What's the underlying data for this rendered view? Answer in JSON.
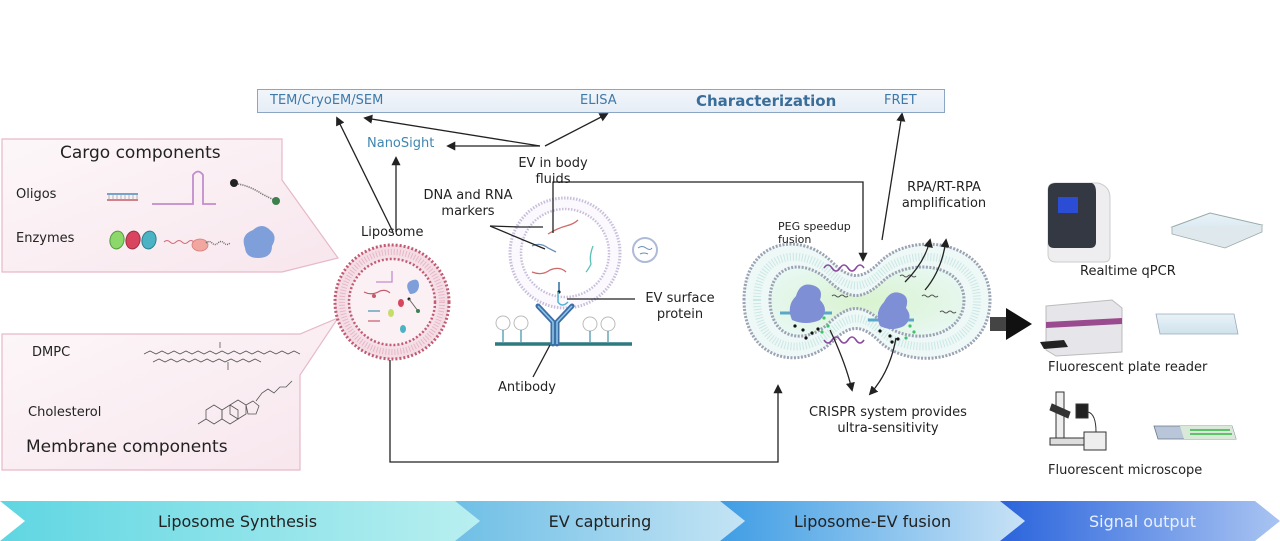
{
  "characterization": {
    "title": "Characterization",
    "methods": [
      "TEM/CryoEM/SEM",
      "ELISA",
      "FRET"
    ],
    "nanosight": "NanoSight"
  },
  "cargo_panel": {
    "title": "Cargo components",
    "rows": [
      "Oligos",
      "Enzymes"
    ]
  },
  "membrane_panel": {
    "title": "Membrane components",
    "rows": [
      "DMPC",
      "Cholesterol"
    ]
  },
  "labels": {
    "liposome": "Liposome",
    "ev_body_fluids_1": "EV in body",
    "ev_body_fluids_2": "fluids",
    "dna_rna_1": "DNA and RNA",
    "dna_rna_2": "markers",
    "ev_surface_1": "EV surface",
    "ev_surface_2": "protein",
    "antibody": "Antibody",
    "peg_1": "PEG speedup",
    "peg_2": "fusion",
    "rpa_1": "RPA/RT-RPA",
    "rpa_2": "amplification",
    "crispr_1": "CRISPR  system provides",
    "crispr_2": "ultra-sensitivity"
  },
  "outputs": [
    {
      "label": "Realtime qPCR"
    },
    {
      "label": "Fluorescent plate reader"
    },
    {
      "label": "Fluorescent microscope"
    }
  ],
  "stages": [
    {
      "label": "Liposome Synthesis",
      "color": "#6fdbe4"
    },
    {
      "label": "EV capturing",
      "color": "#8ccbec"
    },
    {
      "label": "Liposome-EV fusion",
      "color": "#55aee8"
    },
    {
      "label": "Signal output",
      "color": "#2f6fe0"
    }
  ],
  "colors": {
    "accent_blue": "#3f79a8",
    "liposome_red": "#b5566a",
    "membrane_grey": "#8e96a8",
    "fusion_green": "#cfeec9"
  }
}
